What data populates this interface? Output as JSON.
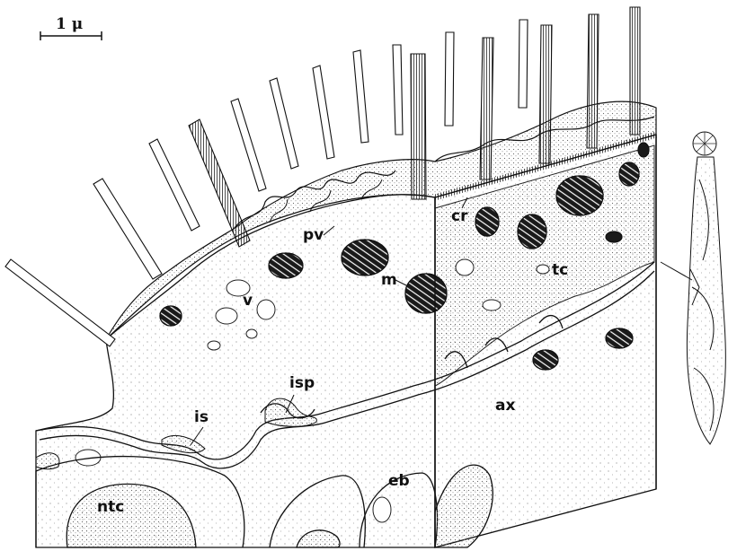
{
  "scale_bar": {
    "label": "1 μ"
  },
  "labels": {
    "pv": "pv",
    "cr": "cr",
    "v": "v",
    "m": "m",
    "tc": "tc",
    "isp": "isp",
    "is": "is",
    "ax": "ax",
    "ntc": "ntc",
    "eb": "eb"
  },
  "colors": {
    "ink": "#111111",
    "stipple": "#8a8a8a",
    "mito": "#1a1a1a",
    "paper": "#ffffff"
  }
}
